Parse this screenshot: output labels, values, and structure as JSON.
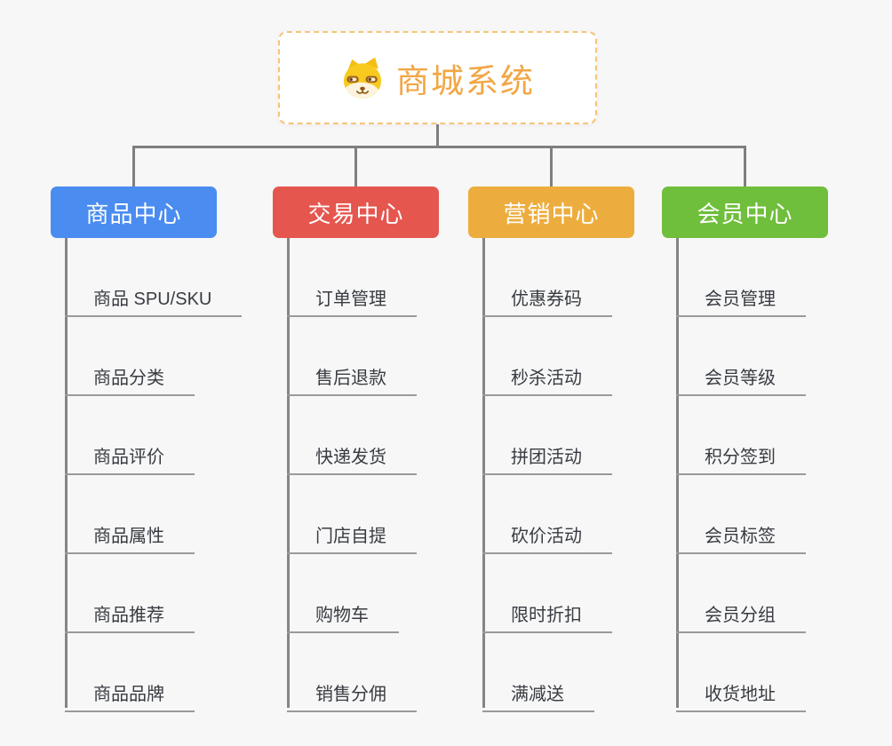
{
  "root": {
    "label": "商城系统",
    "accent_color": "#f2a644",
    "border_color": "#f6c478",
    "icon": "shiba-dog-icon"
  },
  "branches": [
    {
      "label": "商品中心",
      "color": "#4a8cf0",
      "items": [
        "商品 SPU/SKU",
        "商品分类",
        "商品评价",
        "商品属性",
        "商品推荐",
        "商品品牌"
      ]
    },
    {
      "label": "交易中心",
      "color": "#e5564f",
      "items": [
        "订单管理",
        "售后退款",
        "快递发货",
        "门店自提",
        "购物车",
        "销售分佣"
      ]
    },
    {
      "label": "营销中心",
      "color": "#edad3e",
      "items": [
        "优惠券码",
        "秒杀活动",
        "拼团活动",
        "砍价活动",
        "限时折扣",
        "满减送"
      ]
    },
    {
      "label": "会员中心",
      "color": "#6fbe3c",
      "items": [
        "会员管理",
        "会员等级",
        "积分签到",
        "会员标签",
        "会员分组",
        "收货地址"
      ]
    }
  ]
}
